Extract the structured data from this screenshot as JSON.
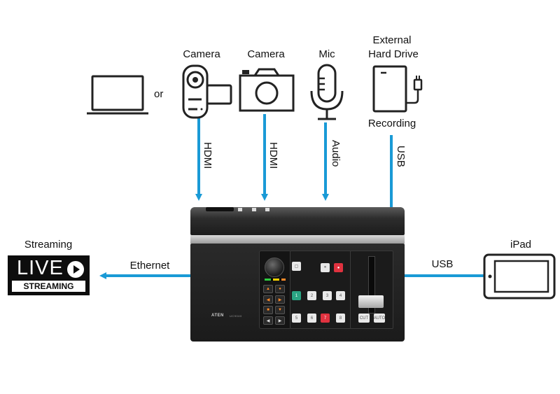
{
  "sources": {
    "or_text": "or",
    "camera1_label": "Camera",
    "camera2_label": "Camera",
    "mic_label": "Mic",
    "drive_label_line1": "External",
    "drive_label_line2": "Hard Drive",
    "recording_label": "Recording"
  },
  "connections": {
    "hdmi1": "HDMI",
    "hdmi2": "HDMI",
    "audio": "Audio",
    "usb_drive": "USB",
    "ethernet": "Ethernet",
    "usb_ipad": "USB"
  },
  "streaming": {
    "label": "Streaming",
    "live_text": "LIVE",
    "streaming_text": "STREAMING"
  },
  "ipad": {
    "label": "iPad"
  },
  "device": {
    "brand": "ATEN",
    "model": "UC9040",
    "bank_buttons": [
      "1",
      "2",
      "3",
      "4",
      "5",
      "6",
      "7",
      "8"
    ],
    "accent_color": "#1a9ad6"
  },
  "colors": {
    "arrow": "#1a9ad6",
    "icon": "#222222"
  }
}
